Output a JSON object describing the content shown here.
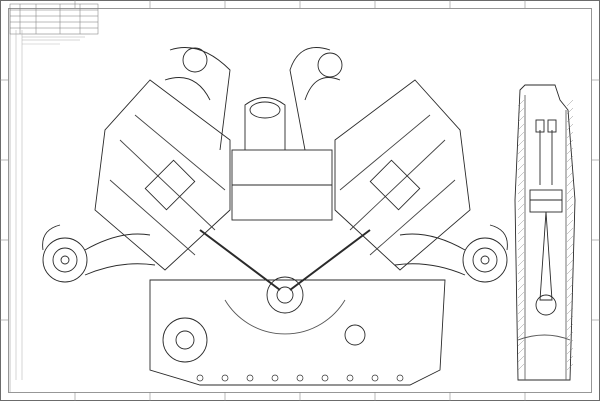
{
  "colors": {
    "background": "#ffffff",
    "frame": "#6b6b6b",
    "line": "#2a2a2a",
    "faint": "#9a9a9a"
  },
  "drawing": {
    "views": [
      "engine-front-view",
      "engine-side-section-view"
    ],
    "title_block": "illegible"
  }
}
